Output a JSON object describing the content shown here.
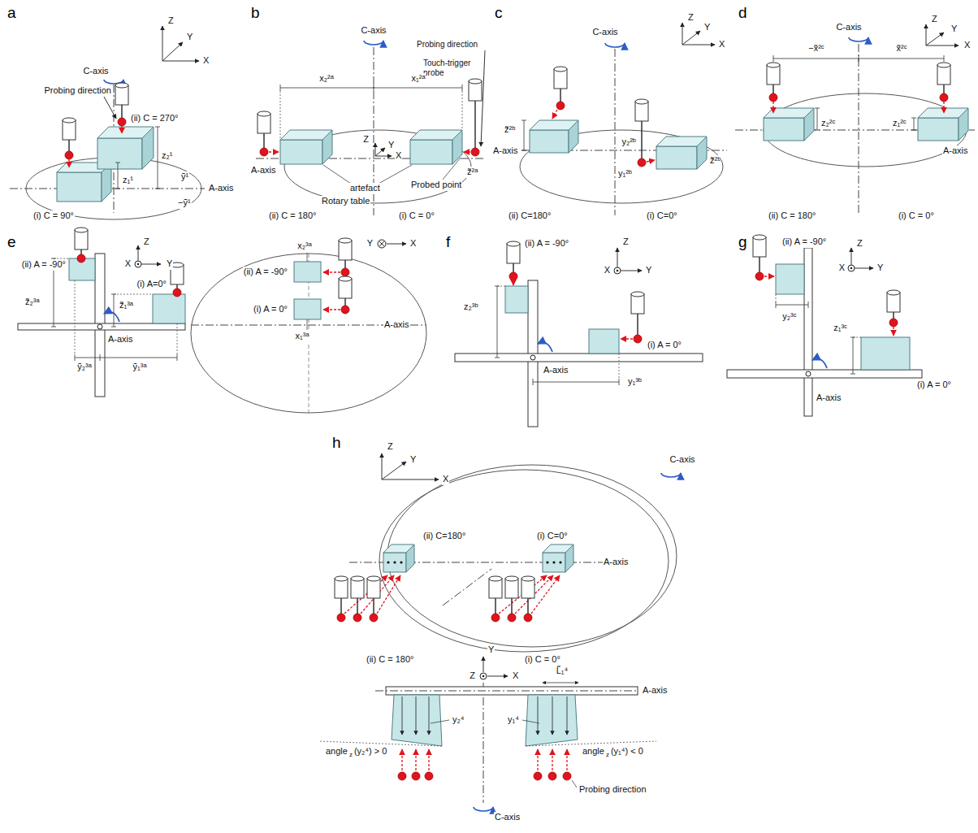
{
  "diagram": {
    "labels": [
      "a",
      "Z",
      "Y",
      "X",
      "C-axis",
      "Probing direction",
      "(ii) C = 270°",
      "z₂¹",
      "ỹ¹",
      "A-axis",
      "z₁¹",
      "−ỹ¹",
      "(i) C = 90°",
      "b",
      "C-axis",
      "Probing direction",
      "Touch-trigger probe",
      "x₂²ᵃ",
      "x₁²ᵃ",
      "Z",
      "Y",
      "X",
      "A-axis",
      "z̃²ᵃ",
      "Probed point",
      "artefact",
      "Rotary table",
      "(ii) C = 180°",
      "(i) C = 0°",
      "c",
      "C-axis",
      "Z",
      "Y",
      "X",
      "z̃²ᵇ",
      "A-axis",
      "y₂²ᵇ",
      "y₁²ᵇ",
      "z̃²ᵇ",
      "(ii) C=180°",
      "(i) C=0°",
      "d",
      "C-axis",
      "Z",
      "Y",
      "X",
      "−x̃²ᶜ",
      "x̃²ᶜ",
      "z₂²ᶜ",
      "z₁²ᶜ",
      "A-axis",
      "(ii) C = 180°",
      "(i) C = 0°",
      "e",
      "Z",
      "X",
      "Y",
      "(ii) A = -90°",
      "(i) A=0°",
      "z̃₂³ᵃ",
      "z̃₁³ᵃ",
      "A-axis",
      "ỹ₂³ᵃ",
      "ỹ₁³ᵃ",
      "Y",
      "X",
      "x₂³ᵃ",
      "(ii) A = -90°",
      "(i) A = 0°",
      "x₁³ᵃ",
      "A-axis",
      "f",
      "Z",
      "X",
      "Y",
      "(ii) A = -90°",
      "z₂³ᵇ",
      "(i) A = 0°",
      "A-axis",
      "y₁³ᵇ",
      "g",
      "(ii) A = -90°",
      "Z",
      "X",
      "Y",
      "y₂³ᶜ",
      "z₁³ᶜ",
      "(i) A = 0°",
      "A-axis",
      "h",
      "Z",
      "Y",
      "X",
      "C-axis",
      "(ii) C=180°",
      "(i) C=0°",
      "A-axis",
      "Y",
      "Z",
      "X",
      "(ii) C = 180°",
      "(i) C = 0°",
      "L̃₁⁴",
      "A-axis",
      "y₂⁴",
      "y₁⁴",
      "angle",
      "z",
      "(y₂⁴) > 0",
      "angle",
      "z",
      "(y₁⁴) < 0",
      "Probing direction",
      "C-axis"
    ]
  }
}
